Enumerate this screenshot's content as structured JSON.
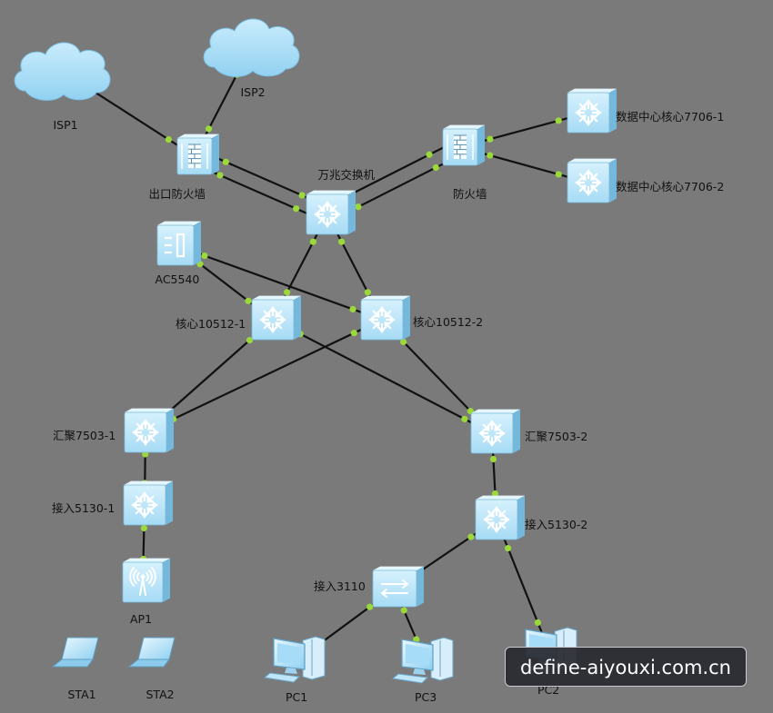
{
  "colors": {
    "background": "#7b7a7a",
    "link": "#111111",
    "link_dot": "#9bd93a",
    "device_face": "#bfe8fb",
    "device_side": "#74b8dc",
    "device_top": "#e4f6fe",
    "device_glyph": "#ffffff",
    "cloud": "#a9dcf6",
    "label": "#111111"
  },
  "clouds": [
    {
      "id": "isp1",
      "label": "ISP1"
    },
    {
      "id": "isp2",
      "label": "ISP2"
    }
  ],
  "devices": [
    {
      "id": "fw_out",
      "kind": "firewall",
      "label": "出口防火墙"
    },
    {
      "id": "sw10g",
      "kind": "core",
      "label": "万兆交换机"
    },
    {
      "id": "fw_dc",
      "kind": "firewall",
      "label": "防火墙"
    },
    {
      "id": "dc1",
      "kind": "core",
      "label": "数据中心核心7706-1"
    },
    {
      "id": "dc2",
      "kind": "core",
      "label": "数据中心核心7706-2"
    },
    {
      "id": "ac",
      "kind": "ac",
      "label": "AC5540"
    },
    {
      "id": "core1",
      "kind": "core",
      "label": "核心10512-1"
    },
    {
      "id": "core2",
      "kind": "core",
      "label": "核心10512-2"
    },
    {
      "id": "agg1",
      "kind": "core",
      "label": "汇聚7503-1"
    },
    {
      "id": "agg2",
      "kind": "core",
      "label": "汇聚7503-2"
    },
    {
      "id": "acc1",
      "kind": "core",
      "label": "接入5130-1"
    },
    {
      "id": "acc2",
      "kind": "core",
      "label": "接入5130-2"
    },
    {
      "id": "acc3110",
      "kind": "l2switch",
      "label": "接入3110"
    },
    {
      "id": "ap1",
      "kind": "ap",
      "label": "AP1"
    },
    {
      "id": "sta1",
      "kind": "laptop",
      "label": "STA1"
    },
    {
      "id": "sta2",
      "kind": "laptop",
      "label": "STA2"
    },
    {
      "id": "pc1",
      "kind": "pc",
      "label": "PC1"
    },
    {
      "id": "pc3",
      "kind": "pc",
      "label": "PC3"
    },
    {
      "id": "pc2",
      "kind": "pc",
      "label": "PC2"
    }
  ],
  "links": [
    [
      "isp1",
      "fw_out"
    ],
    [
      "isp2",
      "fw_out"
    ],
    [
      "fw_out",
      "sw10g"
    ],
    [
      "fw_out",
      "sw10g"
    ],
    [
      "fw_dc",
      "sw10g"
    ],
    [
      "fw_dc",
      "sw10g"
    ],
    [
      "fw_dc",
      "dc1"
    ],
    [
      "fw_dc",
      "dc2"
    ],
    [
      "sw10g",
      "core1"
    ],
    [
      "sw10g",
      "core2"
    ],
    [
      "ac",
      "core1"
    ],
    [
      "ac",
      "core2"
    ],
    [
      "core1",
      "agg1"
    ],
    [
      "core1",
      "agg2"
    ],
    [
      "core2",
      "agg1"
    ],
    [
      "core2",
      "agg2"
    ],
    [
      "agg1",
      "acc1"
    ],
    [
      "acc1",
      "ap1"
    ],
    [
      "agg2",
      "acc2"
    ],
    [
      "acc2",
      "acc3110"
    ],
    [
      "acc2",
      "pc2"
    ],
    [
      "acc3110",
      "pc1"
    ],
    [
      "acc3110",
      "pc3"
    ]
  ],
  "watermark": "define-aiyouxi.com.cn"
}
